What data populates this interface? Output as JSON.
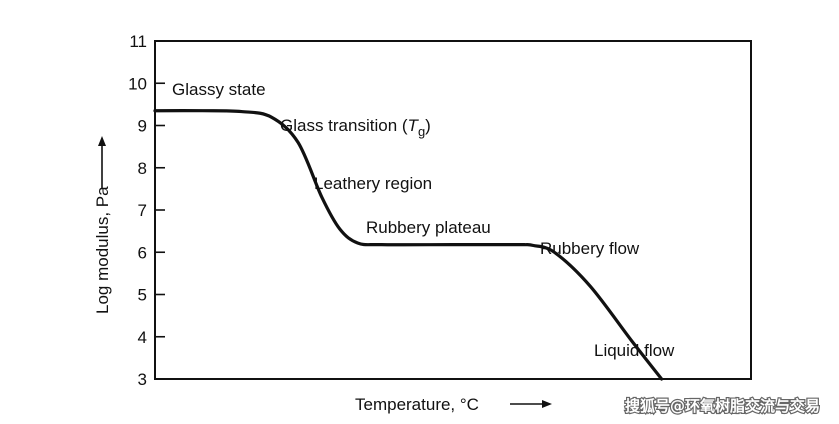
{
  "chart_data": {
    "type": "line",
    "xlabel": "Temperature, °C",
    "ylabel": "Log modulus, Pa",
    "ylim": [
      3,
      11
    ],
    "y_ticks": [
      "3",
      "4",
      "5",
      "6",
      "7",
      "8",
      "9",
      "10",
      "11"
    ],
    "x_ticks": [],
    "grid": false,
    "series": [
      {
        "values": [
          9.35,
          9.35,
          9.33,
          9.2,
          8.6,
          7.3,
          6.55,
          6.22,
          6.18,
          6.18,
          6.18,
          6.18,
          6.16,
          6.0,
          5.2,
          3.9,
          3.0
        ],
        "x": [
          0,
          0.08,
          0.145,
          0.195,
          0.24,
          0.28,
          0.31,
          0.34,
          0.38,
          0.5,
          0.6,
          0.62,
          0.635,
          0.67,
          0.73,
          0.8,
          0.85
        ]
      }
    ],
    "annotations": [
      {
        "text": "Glassy state"
      },
      {
        "text": "Glass transition (",
        "symbol": "T",
        "subscript": "g",
        "close": ")"
      },
      {
        "text": "Leathery region"
      },
      {
        "text": "Rubbery plateau"
      },
      {
        "text": "Rubbery flow"
      },
      {
        "text": "Liquid flow"
      }
    ],
    "colors": {
      "line": "#111111",
      "axis": "#111111",
      "background": "#ffffff"
    }
  },
  "watermark": {
    "text": "搜狐号@环氧树脂交流与交易"
  }
}
